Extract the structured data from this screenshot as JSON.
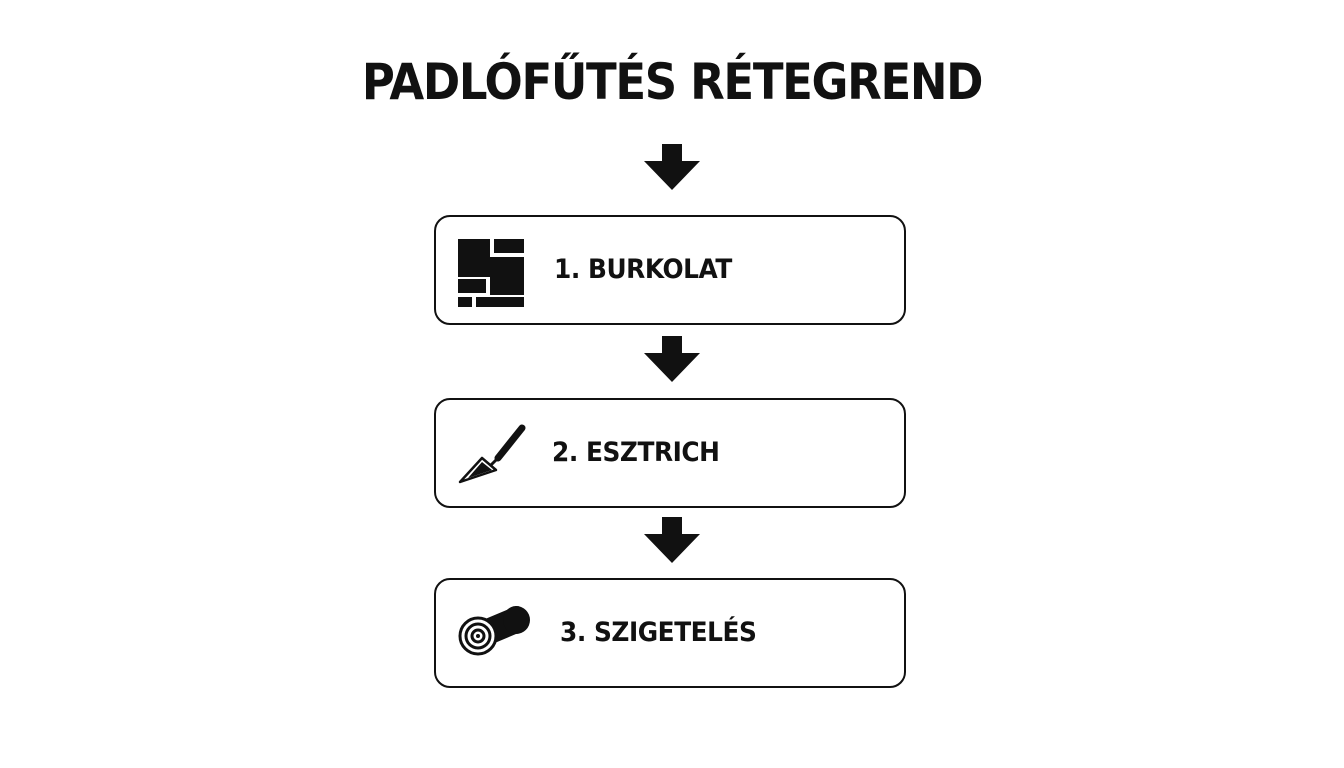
{
  "title": "PADLÓFŰTÉS RÉTEGREND",
  "layers": [
    {
      "label": "1. BURKOLAT",
      "icon": "tile-icon"
    },
    {
      "label": "2. ESZTRICH",
      "icon": "trowel-icon"
    },
    {
      "label": "3. SZIGETELÉS",
      "icon": "insulation-roll-icon"
    }
  ],
  "colors": {
    "ink": "#111111",
    "background": "#ffffff"
  }
}
